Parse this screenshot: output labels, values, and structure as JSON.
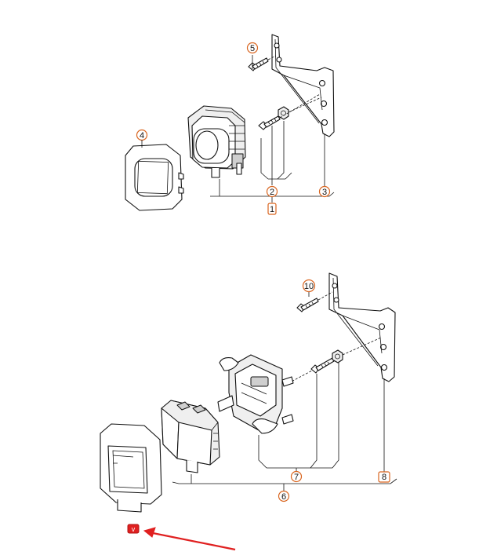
{
  "diagram": {
    "callouts": {
      "c1": "1",
      "c2": "2",
      "c3": "3",
      "c4": "4",
      "c5": "5",
      "c6": "6",
      "c7": "7",
      "c8": "8",
      "c10": "10"
    },
    "marker_glyph": "v",
    "colors": {
      "callout_outline": "#d9641e",
      "marker": "#e02020",
      "arrow": "#e02020",
      "line": "#111111"
    }
  }
}
